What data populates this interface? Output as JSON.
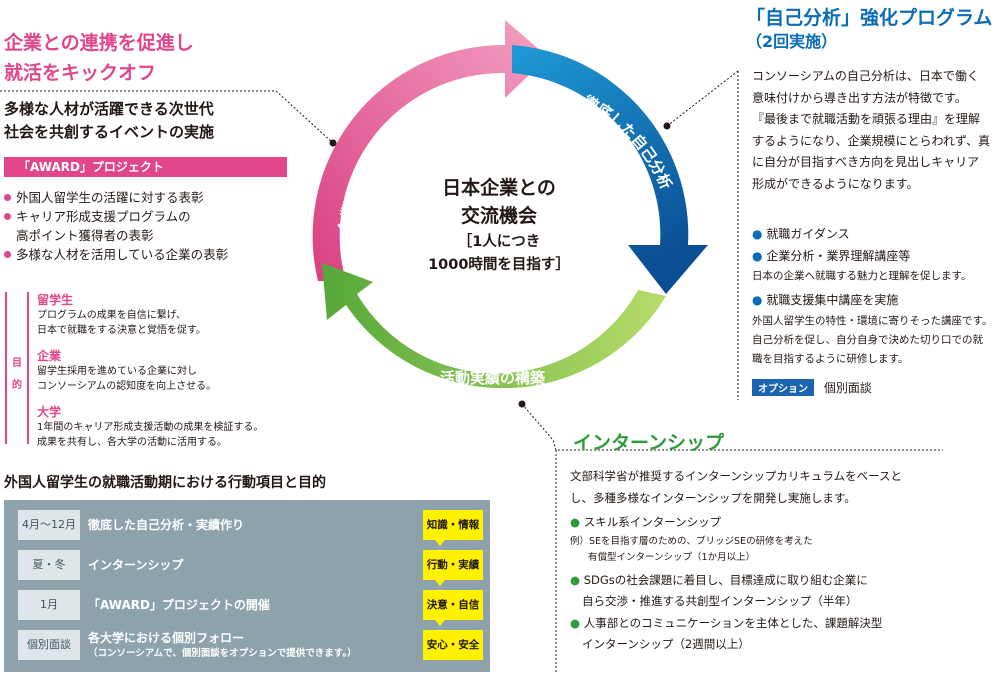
{
  "center": {
    "title_line1": "日本企業との",
    "title_line2": "交流機会",
    "sub_line1": "［1人につき",
    "sub_line2": "1000時間を目指す］"
  },
  "cycle": {
    "pink_label": "企業との連携を促進",
    "blue_label": "徹底した自己分析",
    "green_label": "活動実績の構築",
    "colors": {
      "pink": "#e1458a",
      "blue": "#0b6db5",
      "green": "#6cbb3c"
    }
  },
  "left": {
    "heading_line1": "企業との連携を促進し",
    "heading_line2": "就活をキックオフ",
    "subheading_line1": "多様な人材が活躍できる次世代",
    "subheading_line2": "社会を共創するイベントの実施",
    "award_bar": "「AWARD」プロジェクト",
    "bullets": [
      "外国人留学生の活躍に対する表彰",
      "キャリア形成支援プログラムの",
      "高ポイント獲得者の表彰",
      "多様な人材を活用している企業の表彰"
    ],
    "purpose_label_1": "目",
    "purpose_label_2": "的",
    "purposes": [
      {
        "title": "留学生",
        "line1": "プログラムの成果を自信に繋げ、",
        "line2": "日本で就職をする決意と覚悟を促す。"
      },
      {
        "title": "企業",
        "line1": "留学生採用を進めている企業に対し",
        "line2": "コンソーシアムの認知度を向上させる。"
      },
      {
        "title": "大学",
        "line1": "1年間のキャリア形成支援活動の成果を検証する。",
        "line2": "成果を共有し、各大学の活動に活用する。"
      }
    ]
  },
  "activities": {
    "title": "外国人留学生の就職活動期における行動項目と目的",
    "rows": [
      {
        "period": "4月〜12月",
        "text": "徹底した自己分析・実績作り",
        "note": "",
        "tag": "知識・情報"
      },
      {
        "period": "夏・冬",
        "text": "インターンシップ",
        "note": "",
        "tag": "行動・実績"
      },
      {
        "period": "1月",
        "text": "「AWARD」プロジェクトの開催",
        "note": "",
        "tag": "決意・自信"
      },
      {
        "period": "個別面談",
        "text": "各大学における個別フォロー",
        "note": "（コンソーシアムで、個別面談をオプションで提供できます。）",
        "tag": "安心・安全"
      }
    ]
  },
  "right": {
    "heading_line1": "「自己分析」強化プログラム",
    "heading_line2": "（2回実施）",
    "body": [
      "コンソーシアムの自己分析は、日本で働く",
      "意味付けから導き出す方法が特徴です。",
      "『最後まで就職活動を頑張る理由』を理解",
      "するようになり、企業規模にとらわれず、真",
      "に自分が目指すべき方向を見出しキャリア",
      "形成ができるようになります。"
    ],
    "bullet1": "就職ガイダンス",
    "bullet2": "企業分析・業界理解講座等",
    "bullet2_note": "日本の企業へ就職する魅力と理解を促します。",
    "bullet3": "就職支援集中講座を実施",
    "bullet3_notes": [
      "外国人留学生の特性・環境に寄りそった講座です。",
      "自己分析を促し、自分自身で決めた切り口での就",
      "職を目指するように研修します。"
    ],
    "option_tag": "オプション",
    "option_text": "個別面談"
  },
  "intern": {
    "heading": "インターンシップ",
    "body": [
      "文部科学省が推奨するインターンシップカリキュラムをベースと",
      "し、多種多様なインターンシップを開発し実施します。"
    ],
    "item1": "スキル系インターンシップ",
    "item1_note1": "例）SEを目指す層のための、ブリッジSEの研修を考えた",
    "item1_note2": "有償型インターンシップ（1か月以上）",
    "item2_line1": "SDGsの社会課題に着目し、目標達成に取り組む企業に",
    "item2_line2": "自ら交渉・推進する共創型インターンシップ（半年）",
    "item3_line1": "人事部とのコミュニケーションを主体とした、課題解決型",
    "item3_line2": "インターンシップ（2週間以上）"
  }
}
